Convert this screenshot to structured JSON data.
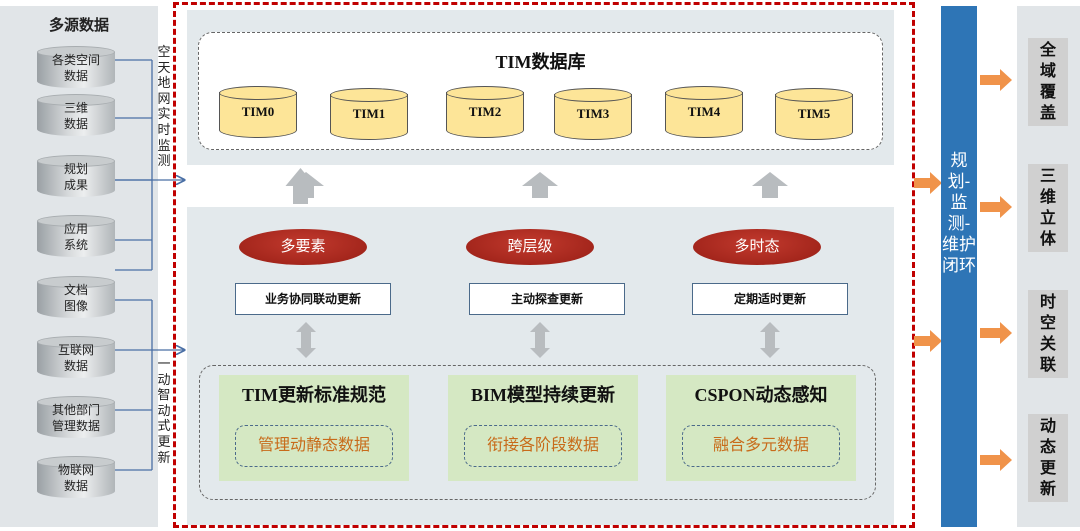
{
  "left": {
    "title": "多源数据",
    "sources": [
      {
        "line1": "各类空间",
        "line2": "数据"
      },
      {
        "line1": "三维",
        "line2": "数据"
      },
      {
        "line1": "规划",
        "line2": "成果"
      },
      {
        "line1": "应用",
        "line2": "系统"
      },
      {
        "line1": "文档",
        "line2": "图像"
      },
      {
        "line1": "互联网",
        "line2": "数据"
      },
      {
        "line1": "其他部门",
        "line2": "管理数据"
      },
      {
        "line1": "物联网",
        "line2": "数据"
      }
    ],
    "vertical_label_top": "空天地网实时监测",
    "vertical_label_bottom": "一动智动式更新"
  },
  "center": {
    "database_title": "TIM数据库",
    "databases": [
      "TIM0",
      "TIM1",
      "TIM2",
      "TIM3",
      "TIM4",
      "TIM5"
    ],
    "features": [
      "多要素",
      "跨层级",
      "多时态"
    ],
    "update_modes": [
      "业务协同联动更新",
      "主动探查更新",
      "定期适时更新"
    ],
    "pillars": [
      {
        "title": "TIM更新标准规范",
        "sub": "管理动静态数据"
      },
      {
        "title": "BIM模型持续更新",
        "sub": "衔接各阶段数据"
      },
      {
        "title": "CSPON动态感知",
        "sub": "融合多元数据"
      }
    ]
  },
  "bar": {
    "label": "规划-监测-维护闭环"
  },
  "outcomes": [
    "全域覆盖",
    "三维立体",
    "时空关联",
    "动态更新"
  ],
  "colors": {
    "red_frame": "#c00000",
    "blue_bar": "#2e75b6",
    "orange_arrow": "#f0934a",
    "ellipse": "#a4261c",
    "db_yellow": "#fde598",
    "green_box": "#d5e8c3"
  }
}
